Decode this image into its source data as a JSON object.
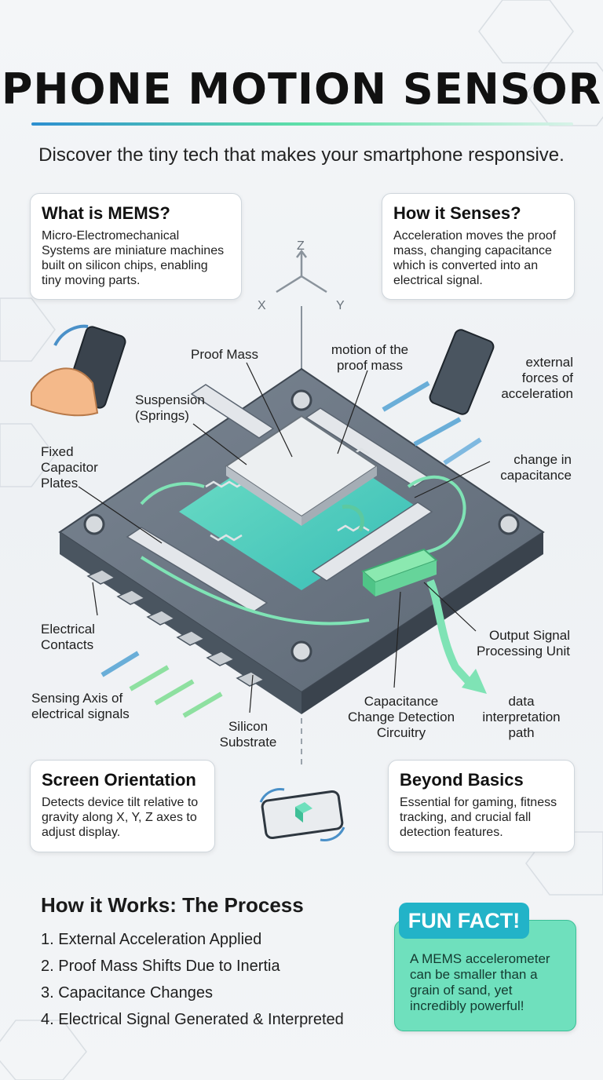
{
  "header": {
    "title": "PHONE MOTION SENSOR",
    "subtitle": "Discover the tiny tech that makes your smartphone responsive."
  },
  "cards": {
    "mems": {
      "title": "What is MEMS?",
      "body": "Micro-Electromechanical Systems are miniature machines built on silicon chips, enabling tiny moving parts."
    },
    "senses": {
      "title": "How it Senses?",
      "body": "Acceleration moves the proof mass, changing capacitance which is converted into an electrical signal."
    },
    "orientation": {
      "title": "Screen Orientation",
      "body": "Detects device tilt relative to gravity along X, Y, Z axes to adjust display."
    },
    "beyond": {
      "title": "Beyond Basics",
      "body": "Essential for gaming, fitness tracking, and crucial fall detection features."
    }
  },
  "axes": {
    "z": "Z",
    "x": "X",
    "y": "Y"
  },
  "labels": {
    "proof_mass": "Proof Mass",
    "motion": "motion of the proof mass",
    "external_forces": "external forces of acceleration",
    "suspension": "Suspension (Springs)",
    "fixed_plates": "Fixed Capacitor Plates",
    "change_capacitance": "change in capacitance",
    "electrical_contacts": "Electrical Contacts",
    "output_signal": "Output Signal Processing Unit",
    "sensing_axis": "Sensing Axis of electrical signals",
    "silicon_substrate": "Silicon Substrate",
    "capacitance_circuitry": "Capacitance Change Detection Circuitry",
    "data_path": "data interpretation path"
  },
  "process": {
    "title": "How it Works: The Process",
    "steps": [
      "1. External Acceleration Applied",
      "2. Proof Mass Shifts Due to Inertia",
      "3. Capacitance Changes",
      "4. Electrical Signal Generated & Interpreted"
    ]
  },
  "fun_fact": {
    "badge": "FUN FACT!",
    "text": "A MEMS accelerometer can be smaller than a grain of sand, yet incredibly powerful!"
  },
  "colors": {
    "accent_blue": "#2d8fd0",
    "accent_green": "#5fe0a8",
    "fun_fact_bg": "#6fe0bd",
    "badge_bg": "#22b3c8",
    "chip_dark": "#4a5560"
  },
  "icons": [
    "hand-phone-icon",
    "tilted-phone-icon",
    "rotating-phone-icon",
    "axis-icon"
  ]
}
